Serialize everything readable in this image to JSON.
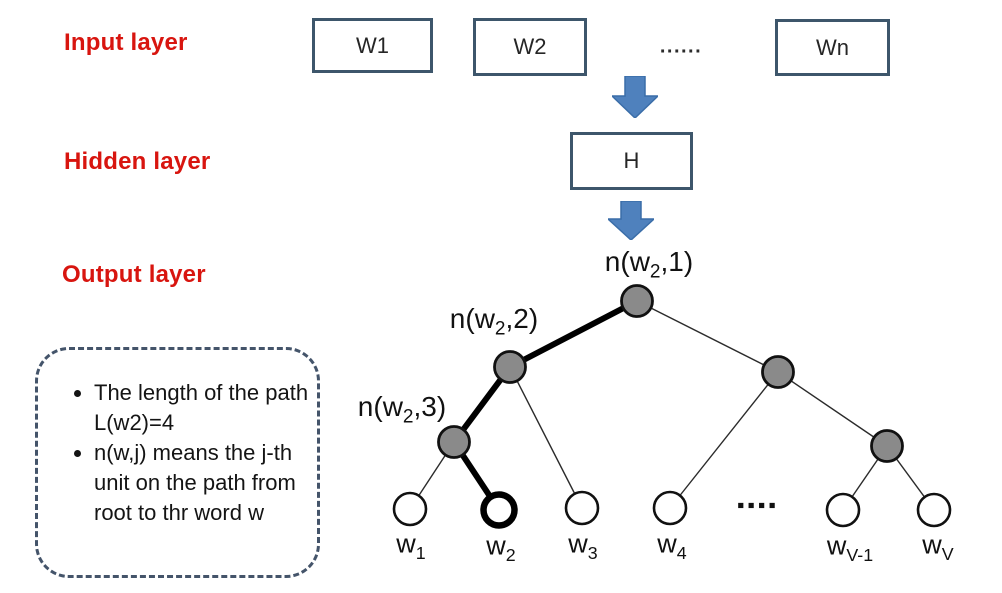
{
  "layers": {
    "input_label": "Input layer",
    "hidden_label": "Hidden layer",
    "output_label": "Output layer"
  },
  "input_boxes": {
    "w1": "W1",
    "w2": "W2",
    "ellipsis": "......",
    "wn": "Wn"
  },
  "hidden_box": {
    "label": "H"
  },
  "tree": {
    "node_labels": [
      {
        "pre": "n(w",
        "sub": "2",
        "post": ",1)"
      },
      {
        "pre": "n(w",
        "sub": "2",
        "post": ",2)"
      },
      {
        "pre": "n(w",
        "sub": "2",
        "post": ",3)"
      }
    ],
    "leaf_labels": [
      {
        "base": "w",
        "sub": "1"
      },
      {
        "base": "w",
        "sub": "2"
      },
      {
        "base": "w",
        "sub": "3"
      },
      {
        "base": "w",
        "sub": "4"
      },
      {
        "base": "w",
        "sub": "V-1"
      },
      {
        "base": "w",
        "sub": "V"
      }
    ],
    "ellipsis_bottom": "▪▪▪▪"
  },
  "note_box": {
    "bullets": [
      "The length of the path L(w2)=4",
      "n(w,j) means the j-th unit on the path from root to thr word w"
    ]
  },
  "colors": {
    "label_red": "#d8150f",
    "box_border": "#3d566b",
    "arrow_fill": "#4f81bd",
    "arrow_stroke": "#3a6da8",
    "node_gray": "#8a8a8a",
    "note_border": "#44546a"
  }
}
